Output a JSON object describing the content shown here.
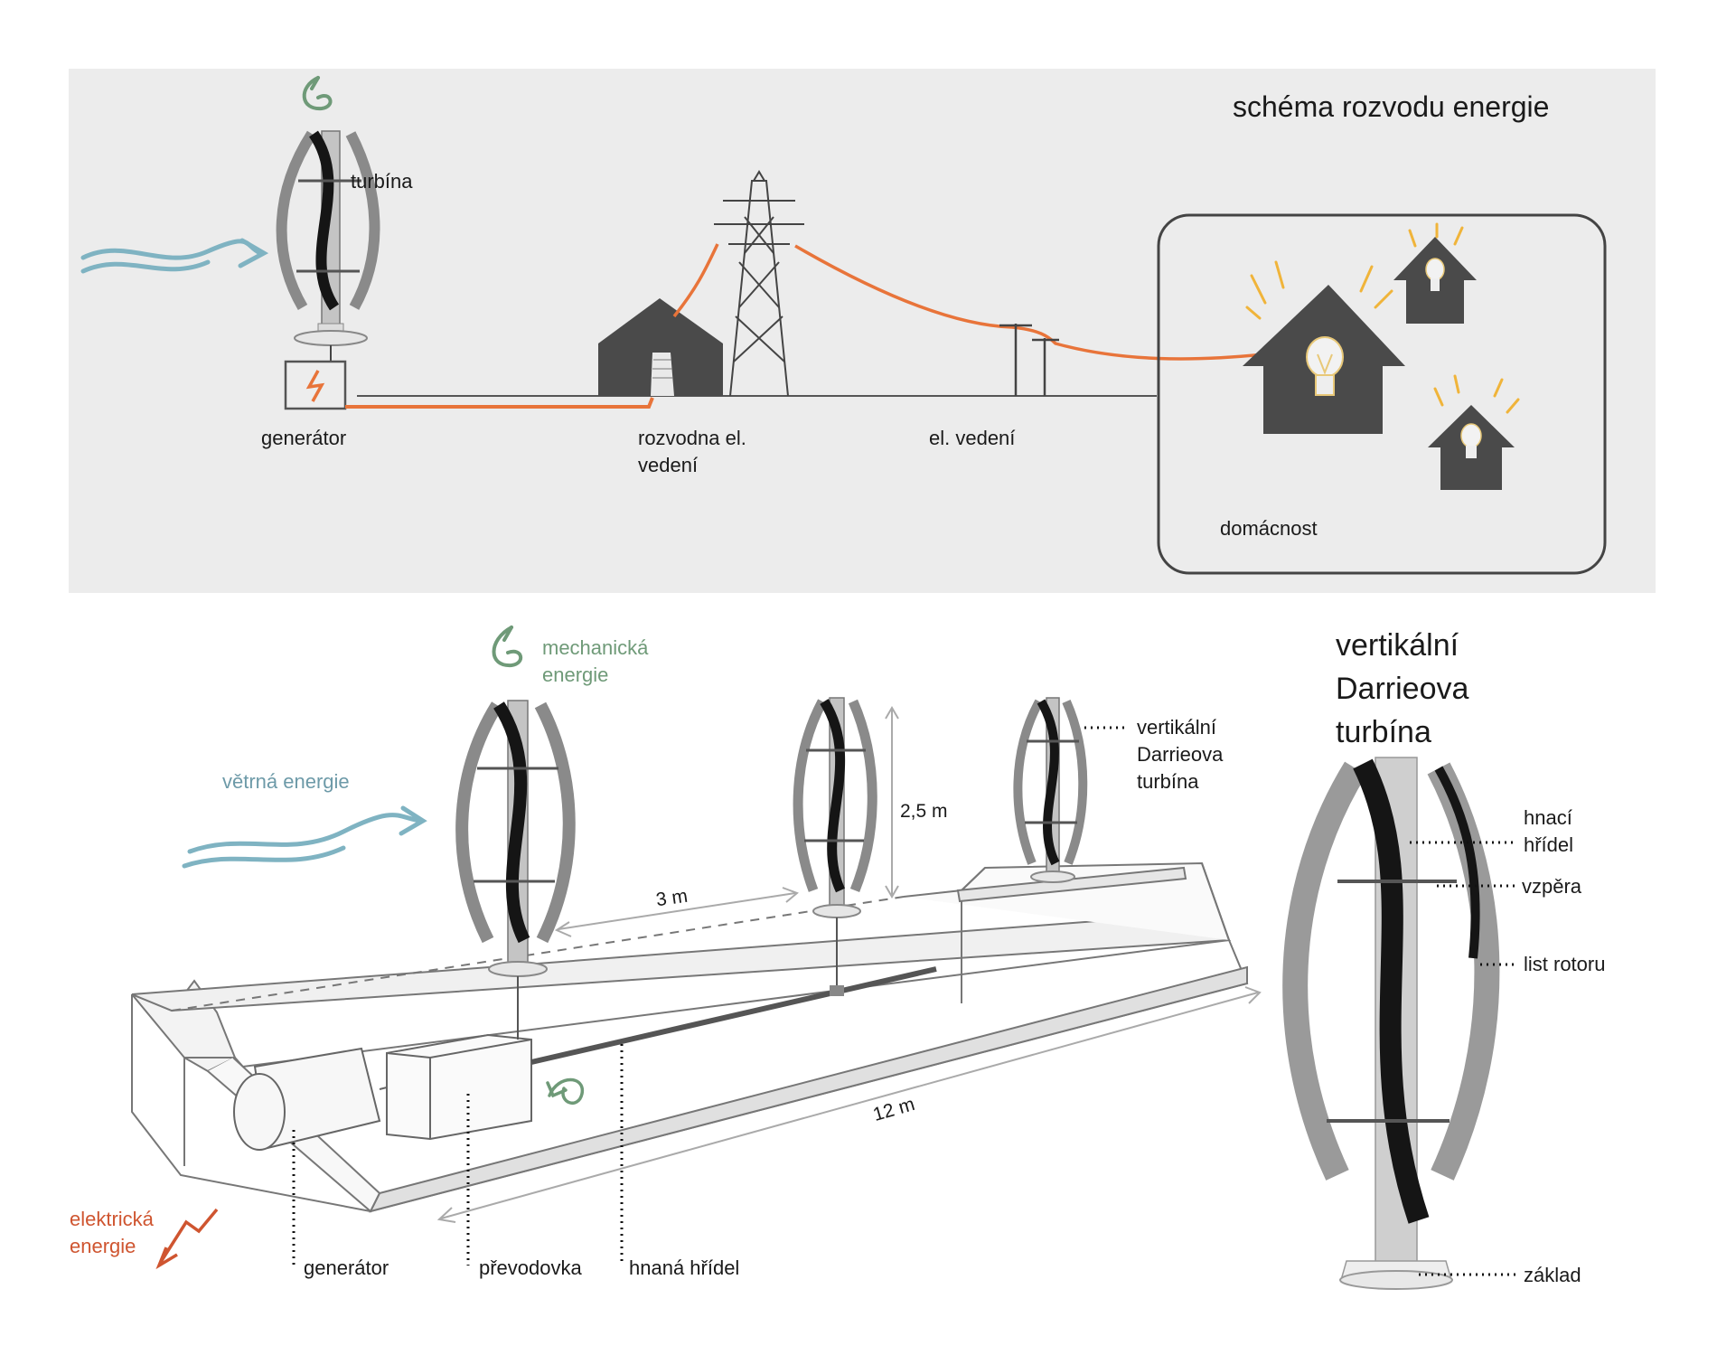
{
  "top_panel": {
    "title": "schéma rozvodu energie",
    "labels": {
      "turbine": "turbína",
      "generator": "generátor",
      "substation": "rozvodna el.\nvedení",
      "power_line": "el. vedení",
      "household": "domácnost"
    }
  },
  "bottom_panel": {
    "labels": {
      "mechanical_energy": "mechanická\nenergie",
      "wind_energy": "větrná energie",
      "electrical_energy": "elektrická\nenergie",
      "turbine_type": "vertikální\nDarrieova\nturbína",
      "generator": "generátor",
      "gearbox": "převodovka",
      "driven_shaft": "hnaná hřídel"
    },
    "dimensions": {
      "height": "2,5 m",
      "spacing": "3 m",
      "length": "12 m"
    }
  },
  "detail": {
    "title": "vertikální\nDarrieova\nturbína",
    "parts": {
      "drive_shaft": "hnací\nhřídel",
      "strut": "vzpěra",
      "rotor_blade": "list rotoru",
      "base": "základ"
    }
  },
  "colors": {
    "panel_bg": "#ececec",
    "power_line": "#e8743a",
    "wind": "#7fb3c2",
    "mechanical": "#6f9a78",
    "electric": "#cf5530",
    "building": "#4a4a4a",
    "bulb_glow": "#f0b43a"
  }
}
